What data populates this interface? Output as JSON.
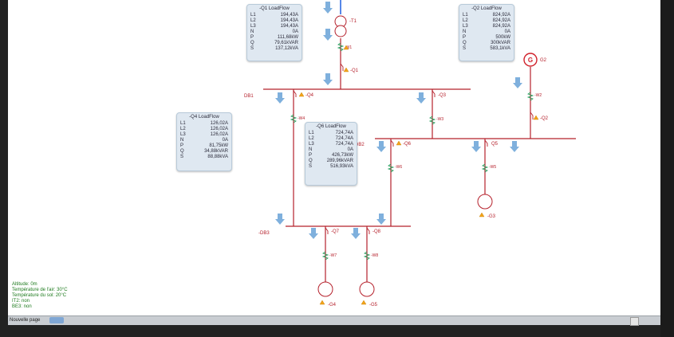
{
  "diagram": {
    "busbars": {
      "db1": "DB1",
      "db2": "-DB2",
      "db3": "-DB3"
    },
    "transformer": "-T1",
    "cables": {
      "w1": "-W1",
      "w2": "-W2",
      "w3": "-W3",
      "w4": "-W4",
      "w5": "-W5",
      "w6": "-W6",
      "w7": "-W7",
      "w8": "-W8"
    },
    "breakers": {
      "q1": "-Q1",
      "q2": "-Q2",
      "q3": "-Q3",
      "q4": "-Q4",
      "q5": "Q5",
      "q6": "-Q6",
      "q7": "-Q7",
      "q8": "-Q8"
    },
    "generators": {
      "g2": "G2",
      "g2_symbol": "G",
      "g3": "-G3",
      "g4": "-G4",
      "g5": "-G5"
    }
  },
  "loadflow": {
    "q1": {
      "title": "-Q1  LoadFlow",
      "rows": [
        [
          "L1",
          "194,43A"
        ],
        [
          "L2",
          "194,43A"
        ],
        [
          "L3",
          "194,43A"
        ],
        [
          "N",
          "0A"
        ],
        [
          "P",
          "111,68kW"
        ],
        [
          "Q",
          "79,61kVAR"
        ],
        [
          "S",
          "137,12kVA"
        ]
      ]
    },
    "q2": {
      "title": "-Q2  LoadFlow",
      "rows": [
        [
          "L1",
          "824,92A"
        ],
        [
          "L2",
          "824,92A"
        ],
        [
          "L3",
          "824,92A"
        ],
        [
          "N",
          "0A"
        ],
        [
          "P",
          "500kW"
        ],
        [
          "Q",
          "300kVAR"
        ],
        [
          "S",
          "583,1kVA"
        ]
      ]
    },
    "q4": {
      "title": "-Q4  LoadFlow",
      "rows": [
        [
          "L1",
          "126,02A"
        ],
        [
          "L2",
          "126,02A"
        ],
        [
          "L3",
          "126,02A"
        ],
        [
          "N",
          "0A"
        ],
        [
          "P",
          "81,75kW"
        ],
        [
          "Q",
          "34,88kVAR"
        ],
        [
          "S",
          "88,88kVA"
        ]
      ]
    },
    "q6": {
      "title": "-Q6  LoadFlow",
      "rows": [
        [
          "L1",
          "724,74A"
        ],
        [
          "L2",
          "724,74A"
        ],
        [
          "L3",
          "724,74A"
        ],
        [
          "N",
          "0A"
        ],
        [
          "P",
          "426,73kW"
        ],
        [
          "Q",
          "289,96kVAR"
        ],
        [
          "S",
          "516,93kVA"
        ]
      ]
    }
  },
  "status": {
    "line1": "Altitude: 0m",
    "line2": "Température de l'air: 30°C",
    "line3": "Température du sol: 20°C",
    "line4": "IT2: non",
    "line5": "BE3: non"
  },
  "bottombar": {
    "page_tab": "Nouvelle page"
  },
  "colors": {
    "line": "#b5202b",
    "feed": "#1f5fe0",
    "arrow": "#7fb0dd",
    "warning": "#f2a31b",
    "cable": "#1a9a55",
    "panel": "#dfe8f1"
  }
}
